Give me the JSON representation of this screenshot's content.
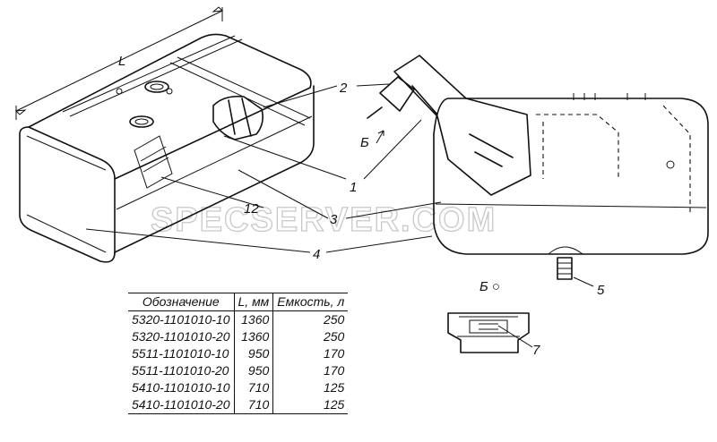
{
  "watermark": "SPECSERVER.COM",
  "dimension_label": "L",
  "view_label": "Б",
  "view_marker": "Б ○",
  "callouts": [
    "1",
    "2",
    "3",
    "4",
    "5",
    "7",
    "12"
  ],
  "table": {
    "headers": [
      "Обозначение",
      "L, мм",
      "Емкость, л"
    ],
    "rows": [
      [
        "5320-1101010-10",
        "1360",
        "250"
      ],
      [
        "5320-1101010-20",
        "1360",
        "250"
      ],
      [
        "5511-1101010-10",
        "950",
        "170"
      ],
      [
        "5511-1101010-20",
        "950",
        "170"
      ],
      [
        "5410-1101010-10",
        "710",
        "125"
      ],
      [
        "5410-1101010-20",
        "710",
        "125"
      ]
    ]
  }
}
